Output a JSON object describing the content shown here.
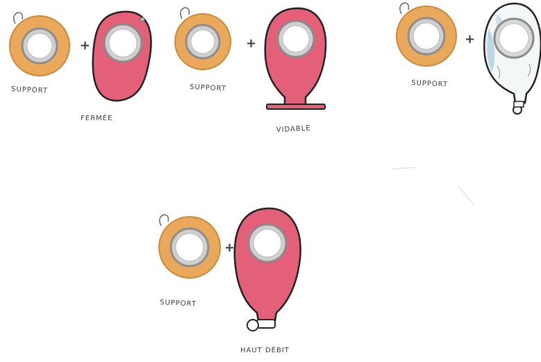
{
  "labels": {
    "support_1": "SUPPORT",
    "support_2": "SUPPORT",
    "support_3": "SUPPORT",
    "support_4": "SUPPORT",
    "type_closed": "FERMÉE",
    "type_drainable": "VIDABLE",
    "type_high_output": "HAUT DÉBIT"
  },
  "plus_sign": "+",
  "colors": {
    "support_ring": "#e9a85a",
    "pouch_pink": "#e45f78",
    "pouch_white": "#f4f7f8",
    "pouch_blue_tint": "#a9cfe0",
    "flange_grey": "#b9b9b9",
    "outline": "#222222"
  },
  "icons": [
    "support-ring-icon",
    "closed-pouch-icon",
    "drainable-pouch-icon",
    "transparent-pouch-icon",
    "high-output-pouch-icon"
  ]
}
